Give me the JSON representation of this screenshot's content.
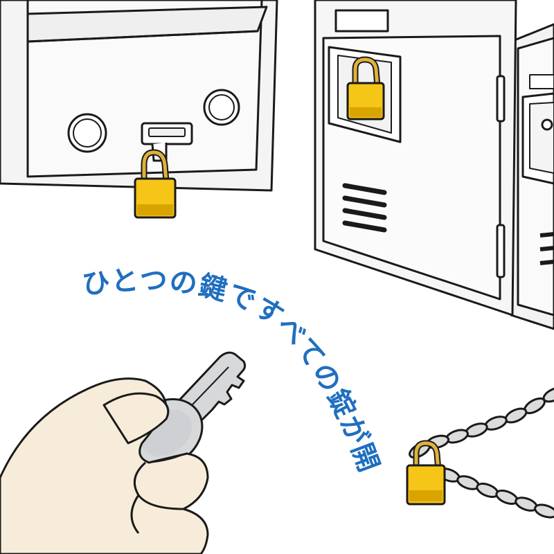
{
  "caption": {
    "text": "ひとつの鍵ですべての錠が開閉できます",
    "color": "#1f6fbf"
  },
  "colors": {
    "line": "#1a1a1a",
    "padlock_body": "#f5c518",
    "padlock_shade": "#d9a400",
    "shackle": "#e0b23a",
    "key": "#d7d8da",
    "key_shade": "#b9bbbe",
    "skin": "#f6ecd9",
    "cabinet": "#f4f4f4",
    "chain": "#dcdcdc"
  },
  "objects": {
    "mailbox": "mailbox-illustration",
    "lockers": "locker-illustration",
    "chain": "chain-illustration",
    "key": "key-illustration",
    "hand": "hand-illustration"
  }
}
